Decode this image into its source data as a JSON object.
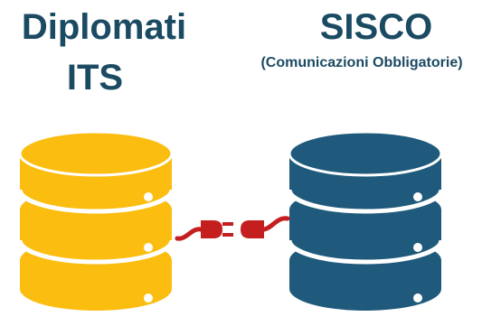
{
  "left": {
    "title_line1": "Diplomati",
    "title_line2": "ITS",
    "database_color": "#fbbd10",
    "database_icon": "database-icon"
  },
  "right": {
    "title": "SISCO",
    "subtitle": "(Comunicazioni Obbligatorie)",
    "database_color": "#1f5a7c",
    "database_icon": "database-icon"
  },
  "connector": {
    "icon": "plug-connector-icon",
    "color": "#c41e1e"
  },
  "text_color": "#1b4a63"
}
